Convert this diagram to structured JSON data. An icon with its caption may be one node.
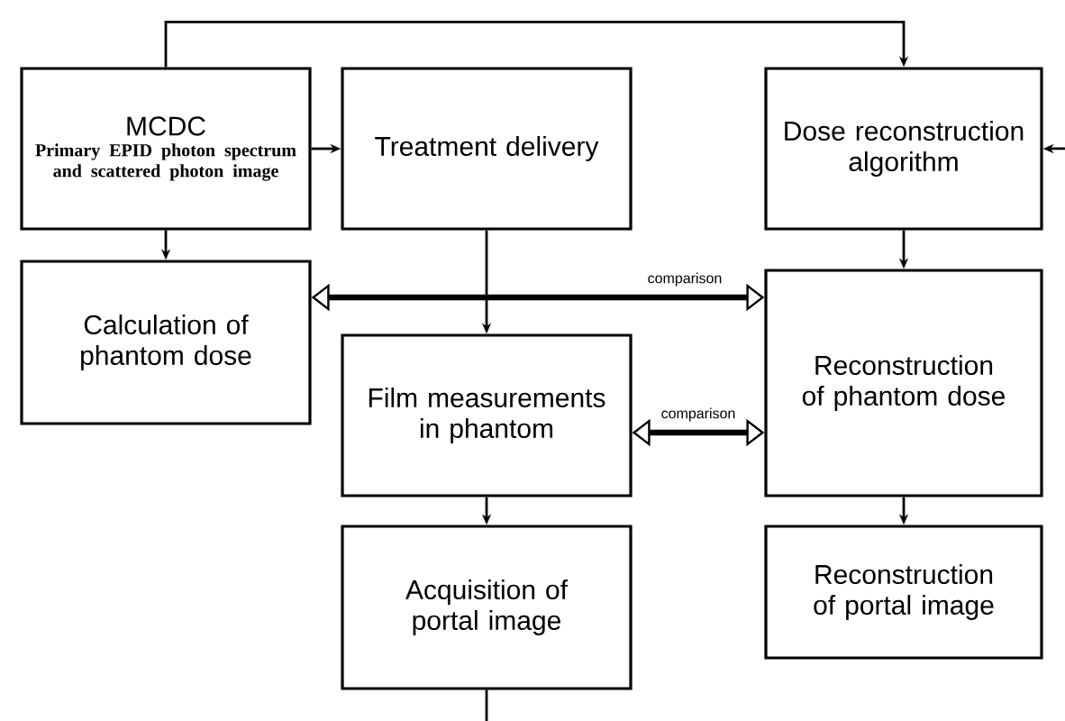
{
  "diagram": {
    "nodes": [
      {
        "text": [
          "MCDC",
          "Primary EPID photon spectrum and scattered photon image"
        ]
      },
      {
        "text": [
          "Treatment delivery"
        ]
      },
      {
        "text": [
          "Dose reconstruction algorithm"
        ]
      },
      {
        "text": [
          "Calculation of phantom dose"
        ]
      },
      {
        "text": [
          "Film measurements in phantom"
        ]
      },
      {
        "text": [
          "Reconstruction of phantom dose"
        ]
      },
      {
        "text": [
          "Acquisition of portal image"
        ]
      },
      {
        "text": [
          "Reconstruction of portal image"
        ]
      }
    ],
    "edges": [
      {
        "from": 0,
        "to": 2,
        "arrow": "to"
      },
      {
        "from": 0,
        "to": 1,
        "arrow": "to"
      },
      {
        "from": 0,
        "to": 3,
        "arrow": "to"
      },
      {
        "from": 1,
        "to": 4,
        "arrow": "to"
      },
      {
        "from": 2,
        "to": 5,
        "arrow": "to"
      },
      {
        "from": 3,
        "to": 5,
        "arrow": "both",
        "label": "comparison",
        "style": "thick"
      },
      {
        "from": 4,
        "to": 5,
        "arrow": "both",
        "label": "comparison",
        "style": "thick"
      },
      {
        "from": 5,
        "to": 7,
        "arrow": "to"
      },
      {
        "from": 4,
        "to": 6,
        "arrow": "to"
      },
      {
        "from": 6,
        "to": null,
        "arrow": "none"
      },
      {
        "from": null,
        "to": 2,
        "arrow": "to"
      }
    ]
  }
}
